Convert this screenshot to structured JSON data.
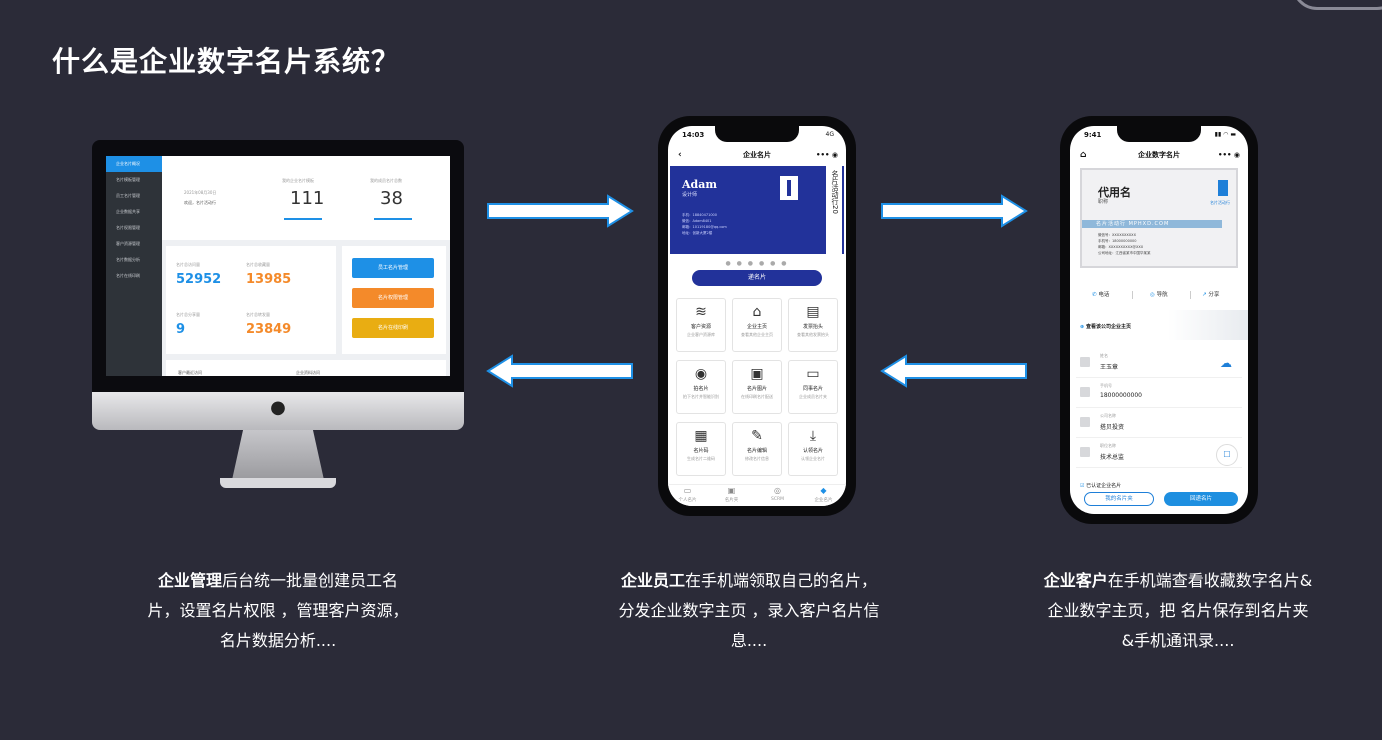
{
  "title": "什么是企业数字名片系统？",
  "desktop": {
    "sidebar": [
      "企业名片概况",
      "名片模板管理",
      "员工名片管理",
      "企业数据共享",
      "名片权限管理",
      "客户资源管理",
      "名片数据分析",
      "名片在线印刷"
    ],
    "date_line1": "2021年08月30日",
    "date_line2": "欢迎，名片活动行",
    "stat1_label": "我的企业名片模板",
    "stat1_value": "111",
    "stat2_label": "我的成员名片总数",
    "stat2_value": "38",
    "m1_label": "名片总访问量",
    "m1_value": "52952",
    "m2_label": "名片总收藏量",
    "m2_value": "13985",
    "m3_label": "名片总分享量",
    "m3_value": "9",
    "m4_label": "名片总转发量",
    "m4_value": "23849",
    "btn1": "员工名片管理",
    "btn2": "名片权限管理",
    "btn3": "名片在线印刷",
    "footer_left": "客户最近访问",
    "footer_right": "企业资料访问",
    "colors": {
      "blue": "#1e90e6",
      "orange": "#f48a2a",
      "yellow": "#e9ad12"
    }
  },
  "phone1": {
    "time": "14:03",
    "signal": "4G",
    "title": "企业名片",
    "name": "Adam",
    "role": "设计师",
    "line1": "手机：18840471000",
    "line2": "微信：Adam8401",
    "line3": "邮箱：10119180@qq.com",
    "line4": "地址：创新大厦2楼",
    "vertical": "名片活动行20",
    "send": "递名片",
    "cells": [
      {
        "icon": "layers-icon",
        "glyph": "≋",
        "label": "客户资源",
        "sub": "企业客户资源库"
      },
      {
        "icon": "building-icon",
        "glyph": "⌂",
        "label": "企业主页",
        "sub": "查看其他企业主页"
      },
      {
        "icon": "receipt-icon",
        "glyph": "▤",
        "label": "发票抬头",
        "sub": "查看其他发票抬头"
      },
      {
        "icon": "camera-icon",
        "glyph": "◉",
        "label": "拍名片",
        "sub": "拍下名片并智能识别"
      },
      {
        "icon": "image-icon",
        "glyph": "▣",
        "label": "名片图片",
        "sub": "在线印刷名片配送"
      },
      {
        "icon": "wallet-icon",
        "glyph": "▭",
        "label": "同事名片",
        "sub": "企业成员名片夹"
      },
      {
        "icon": "qrcode-icon",
        "glyph": "▦",
        "label": "名片码",
        "sub": "生成名片二维码"
      },
      {
        "icon": "edit-icon",
        "glyph": "✎",
        "label": "名片编辑",
        "sub": "修改名片信息"
      },
      {
        "icon": "download-icon",
        "glyph": "⤓",
        "label": "认领名片",
        "sub": "认领企业名片"
      }
    ],
    "tabs": [
      "个人名片",
      "名片夹",
      "SCRM",
      "企业名片"
    ]
  },
  "phone2": {
    "time": "9:41",
    "title": "企业数字名片",
    "name": "代用名",
    "role": "职称",
    "band": "名片活动行 MPHXD.COM",
    "tag": "名片活动行",
    "line1": "微信号：XXXXXXXXXX",
    "line2": "手机号：18000000000",
    "line3": "邮箱：XXXXXXXXXX@XXX",
    "line4": "公司地址：江西省某市中国华某某",
    "act_call": "电话",
    "act_nav": "导航",
    "act_share": "分享",
    "view_home": "查看该公司企业主页",
    "rows": [
      {
        "key": "姓名",
        "value": "王玉章"
      },
      {
        "key": "手机号",
        "value": "18000000000"
      },
      {
        "key": "公司名称",
        "value": "搭贝投资"
      },
      {
        "key": "职位名称",
        "value": "技术总监"
      }
    ],
    "verified": "已认证企业名片",
    "btn_folder": "我的名片夹",
    "btn_return": "回递名片"
  },
  "captions": [
    {
      "bold": "企业管理",
      "text": "后台统一批量创建员工名片，设置名片权限 ，管理客户资源，名片数据分析...."
    },
    {
      "bold": "企业员工",
      "text": "在手机端领取自己的名片，分发企业数字主页 ，录入客户名片信息...."
    },
    {
      "bold": "企业客户",
      "text": "在手机端查看收藏数字名片&企业数字主页，把 名片保存到名片夹&手机通讯录...."
    }
  ]
}
